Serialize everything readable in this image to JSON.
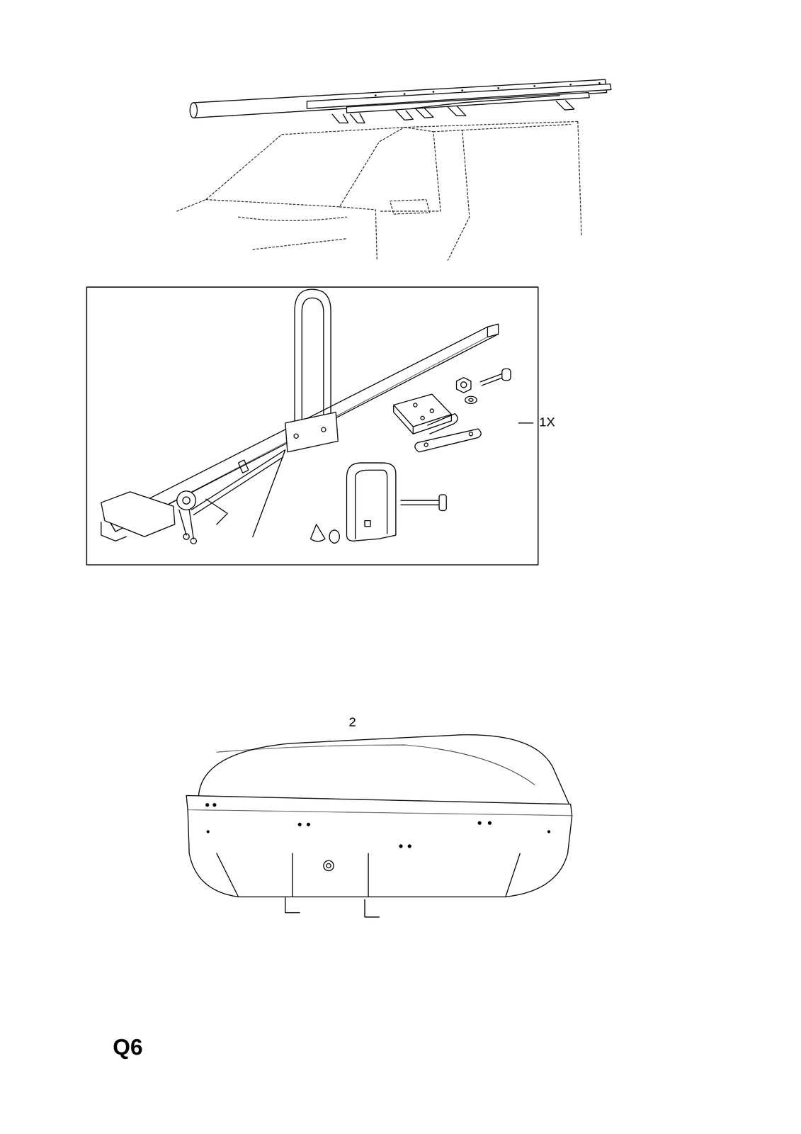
{
  "diagram": {
    "labels": [
      "1X",
      "2",
      "Q6"
    ]
  }
}
